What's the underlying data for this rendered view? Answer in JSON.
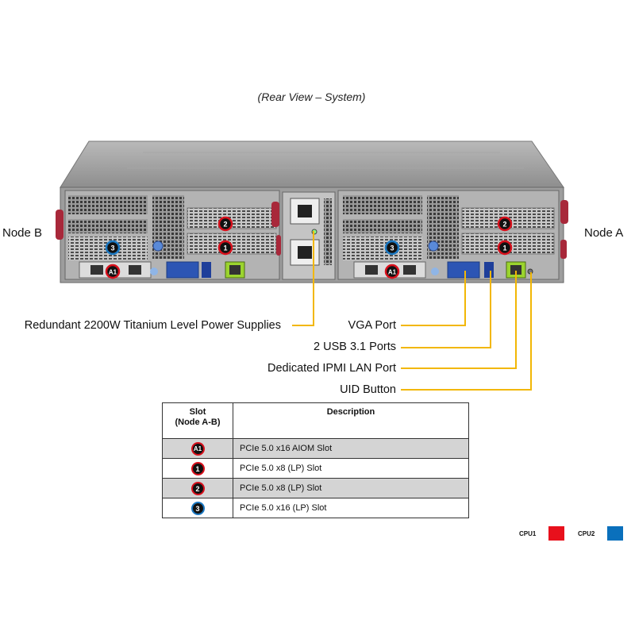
{
  "view_title": "(Rear View – System)",
  "node_labels": {
    "left": "Node B",
    "right": "Node A"
  },
  "callouts": {
    "psu": "Redundant  2200W  Titanium  Level  Power  Supplies",
    "vga": "VGA Port",
    "usb": "2 USB 3.1 Ports",
    "ipmi": "Dedicated IPMI  LAN Port",
    "uid": "UID  Button"
  },
  "table": {
    "header": {
      "slot_line1": "Slot",
      "slot_line2": "(Node A-B)",
      "description": "Description"
    },
    "rows": [
      {
        "badge": "A1",
        "ring": "red",
        "description": "PCIe 5.0 x16 AIOM Slot"
      },
      {
        "badge": "1",
        "ring": "red",
        "description": "PCIe 5.0 x8 (LP) Slot"
      },
      {
        "badge": "2",
        "ring": "red",
        "description": "PCIe 5.0 x8 (LP) Slot"
      },
      {
        "badge": "3",
        "ring": "blue",
        "description": "PCIe 5.0 x16 (LP) Slot"
      }
    ]
  },
  "legend": [
    {
      "label": "CPU1",
      "color": "#e8101c"
    },
    {
      "label": "CPU2",
      "color": "#0a70bc"
    }
  ],
  "chassis_badges": {
    "node_b": {
      "slot2": "2",
      "slot1": "1",
      "slot3": "3",
      "aiom": "A1"
    },
    "node_a": {
      "slot2": "2",
      "slot1": "1",
      "slot3": "3",
      "aiom": "A1"
    }
  },
  "colors": {
    "cpu1_ring": "#d8101c",
    "cpu2_ring": "#1a78c2",
    "leader_line": "#f2b705",
    "psu_handle": "#a8283a"
  }
}
